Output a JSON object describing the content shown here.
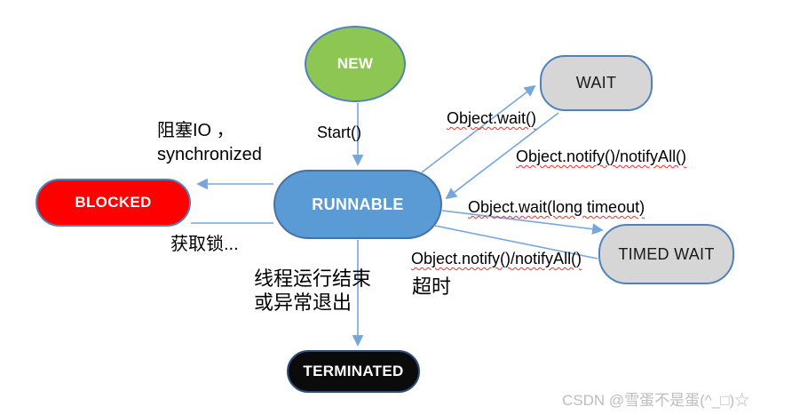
{
  "diagram": {
    "nodes": {
      "new": {
        "label": "NEW",
        "fill": "#8DC653",
        "text_color": "#FFFFFF"
      },
      "wait": {
        "label": "WAIT",
        "fill": "#D6D6D6",
        "text_color": "#1A1A1A"
      },
      "runnable": {
        "label": "RUNNABLE",
        "fill": "#5B9BD5",
        "text_color": "#FFFFFF"
      },
      "blocked": {
        "label": "BLOCKED",
        "fill": "#FE0000",
        "text_color": "#FFFFFF"
      },
      "timed_wait": {
        "label": "TIMED WAIT",
        "fill": "#D6D6D6",
        "text_color": "#1A1A1A"
      },
      "terminated": {
        "label": "TERMINATED",
        "fill": "#0B0B0B",
        "text_color": "#FFFFFF"
      }
    },
    "edge_labels": {
      "start": "Start()",
      "object_wait": "Object.wait()",
      "object_notify": "Object.notify()/notifyAll()",
      "object_wait_timeout": "Object.wait(long timeout)",
      "object_notify_2": "Object.notify()/notifyAll()",
      "timeout": "超时",
      "blocked_cause_line1": "阻塞IO ，",
      "blocked_cause_line2": "synchronized",
      "acquire_lock": "获取锁...",
      "terminate_line1": "线程运行结束",
      "terminate_line2": "或异常退出"
    },
    "colors": {
      "edge_stroke": "#76A7DC",
      "node_border": "#4F81BD",
      "squiggle_underline": "#FF2A2A",
      "label_text": "#000000"
    }
  },
  "watermark": {
    "text": "CSDN @雪蛋不是蛋(^_□)☆",
    "color": "#BDBDBD"
  }
}
